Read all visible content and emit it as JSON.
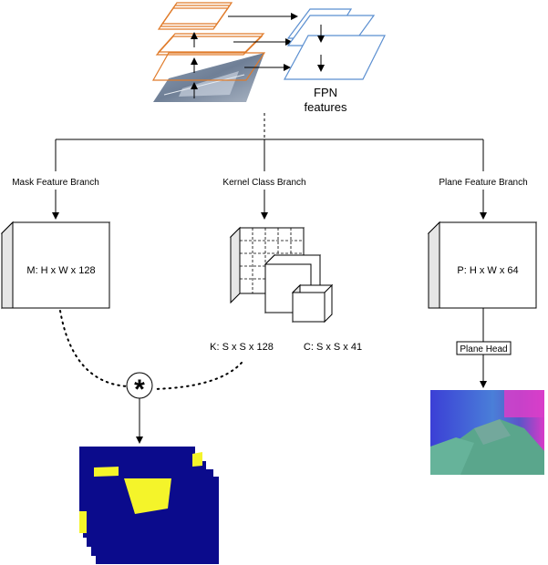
{
  "fpn": {
    "label_line1": "FPN",
    "label_line2": "features"
  },
  "branches": {
    "mask": {
      "title": "Mask Feature Branch",
      "tensor": "M: H x W x 128"
    },
    "kernel": {
      "title": "Kernel Class Branch",
      "kernel_out": "K: S x S x 128",
      "class_out": "C: S x S x 41"
    },
    "plane": {
      "title": "Plane Feature Branch",
      "tensor": "P: H x W x 64",
      "head": "Plane Head"
    }
  },
  "ops": {
    "convolution_symbol": "*"
  },
  "colors": {
    "backbone_stroke": "#e07b2a",
    "fpn_stroke": "#5b8fd0",
    "mask_background": "#0b0b8c",
    "mask_highlight": "#f4f42a",
    "line": "#000000"
  }
}
